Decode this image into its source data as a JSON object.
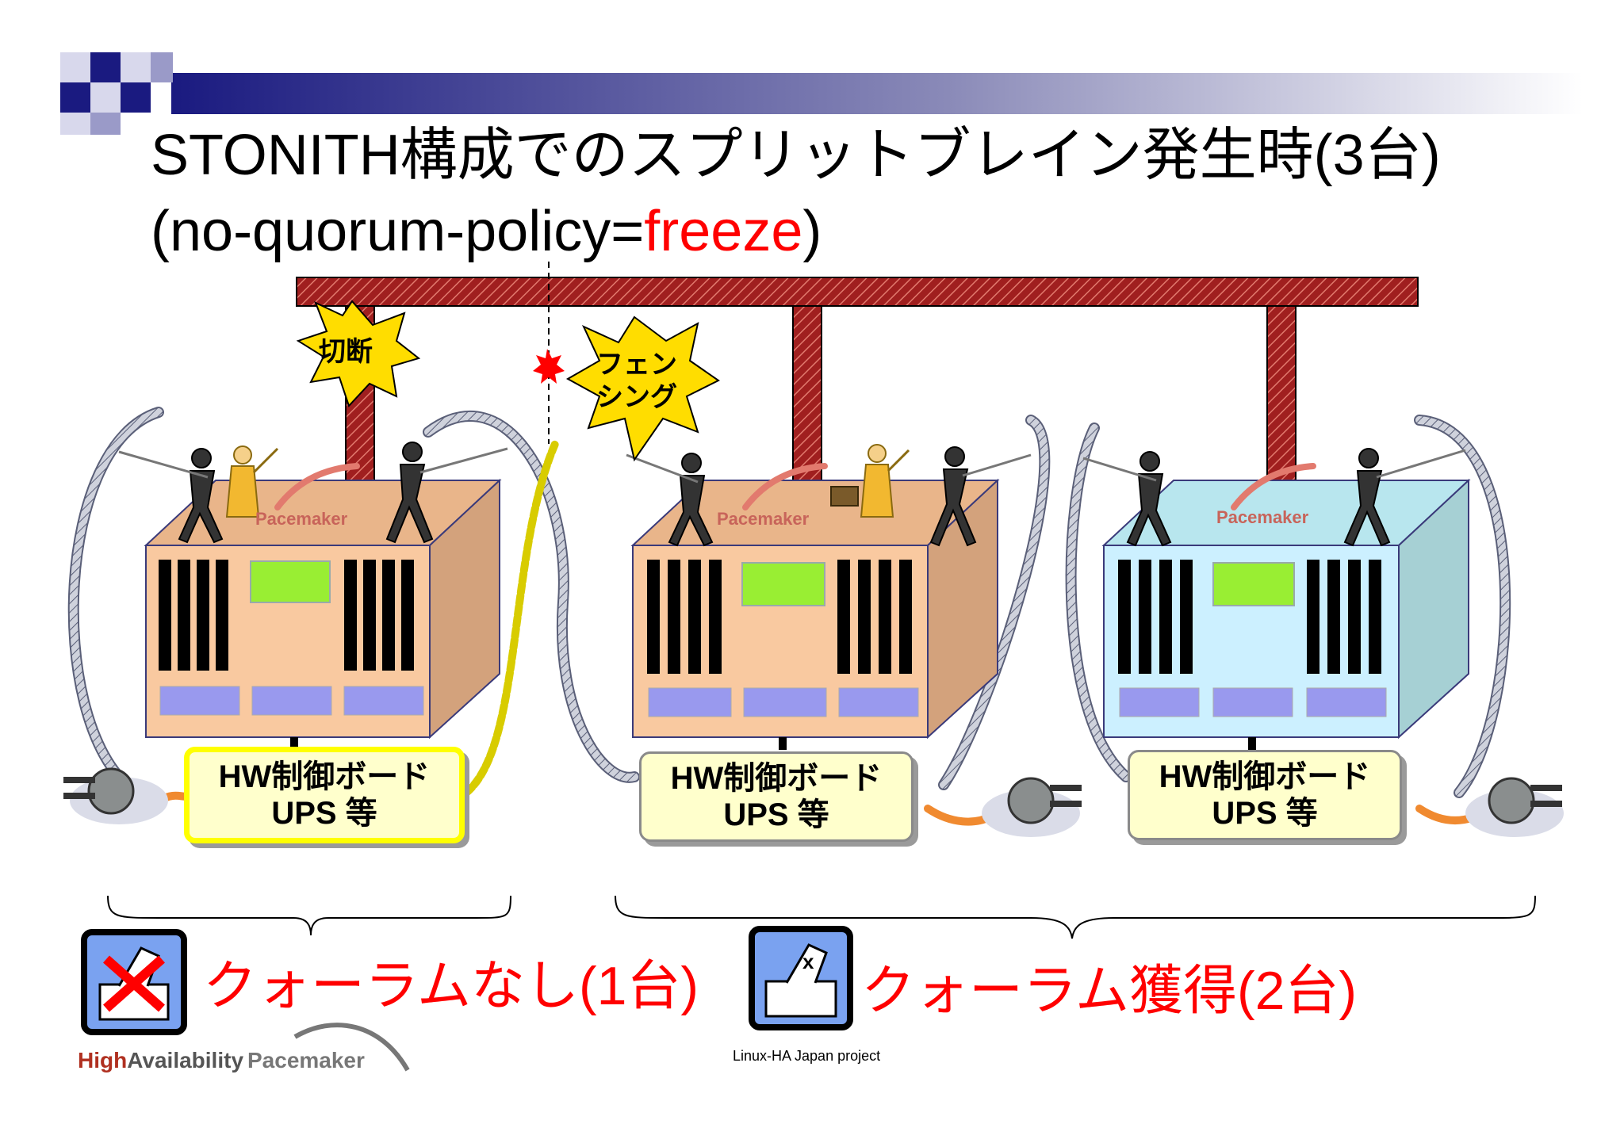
{
  "slide": {
    "title_line1": "STONITH構成でのスプリットブレイン発生時(3台)",
    "title_line2_prefix": "(no-quorum-policy=",
    "title_line2_value": "freeze",
    "title_line2_suffix": ")"
  },
  "bursts": {
    "cut": "切断",
    "fencing_line1": "フェン",
    "fencing_line2": "シング"
  },
  "nodes": [
    {
      "logo": "Pacemaker",
      "hw_line1": "HW制御ボード",
      "hw_line2": "UPS 等",
      "color": "#f9c9a0"
    },
    {
      "logo": "Pacemaker",
      "hw_line1": "HW制御ボード",
      "hw_line2": "UPS 等",
      "color": "#f9c9a0"
    },
    {
      "logo": "Pacemaker",
      "hw_line1": "HW制御ボード",
      "hw_line2": "UPS 等",
      "color": "#ccf0ff"
    }
  ],
  "groups": {
    "left": "クォーラムなし(1台)",
    "right": "クォーラム獲得(2台)"
  },
  "footer": {
    "brand1_a": "High",
    "brand1_b": "Availability",
    "brand2": "Pacemaker",
    "project": "Linux-HA Japan project"
  },
  "colors": {
    "accent_red": "#ff0000",
    "network_bar": "#a01f1f",
    "panel_green": "#99ee33",
    "slot_purple": "#9999ee",
    "hw_box_fill": "#ffffcc",
    "fence_highlight": "#ffff00",
    "burst_yellow": "#ffdd00"
  },
  "icons": [
    "ballot-box-rejected-icon",
    "ballot-box-accepted-icon",
    "power-plug-icon",
    "fencer-icon",
    "conductor-icon",
    "explosion-burst-icon"
  ]
}
